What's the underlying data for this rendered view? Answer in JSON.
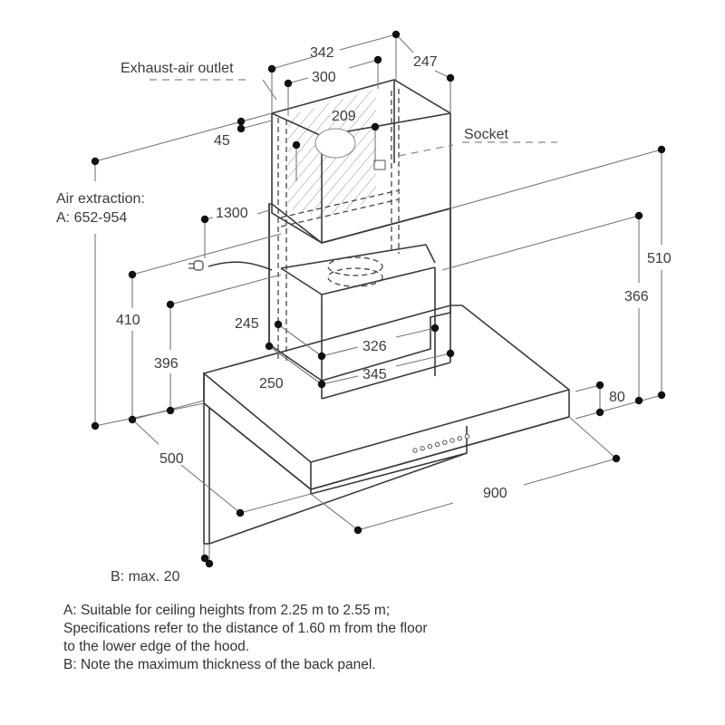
{
  "labels": {
    "exhaust_outlet": "Exhaust-air outlet",
    "socket": "Socket",
    "air_extraction_line1": "Air extraction:",
    "air_extraction_line2": "A: 652-954",
    "back_panel": "B: max. 20"
  },
  "dimensions": {
    "d342": "342",
    "d300": "300",
    "d247": "247",
    "d209": "209",
    "d45": "45",
    "d1300": "1300",
    "d410": "410",
    "d396": "396",
    "d245": "245",
    "d250": "250",
    "d326": "326",
    "d345": "345",
    "d510": "510",
    "d366": "366",
    "d80": "80",
    "d500": "500",
    "d900": "900"
  },
  "notes": [
    "A: Suitable for ceiling heights from 2.25 m to 2.55 m;",
    "Specifications refer to the distance of 1.60 m from the floor",
    "to the lower edge of the hood.",
    "B: Note the maximum thickness of the back panel."
  ],
  "control_buttons_count": 8
}
